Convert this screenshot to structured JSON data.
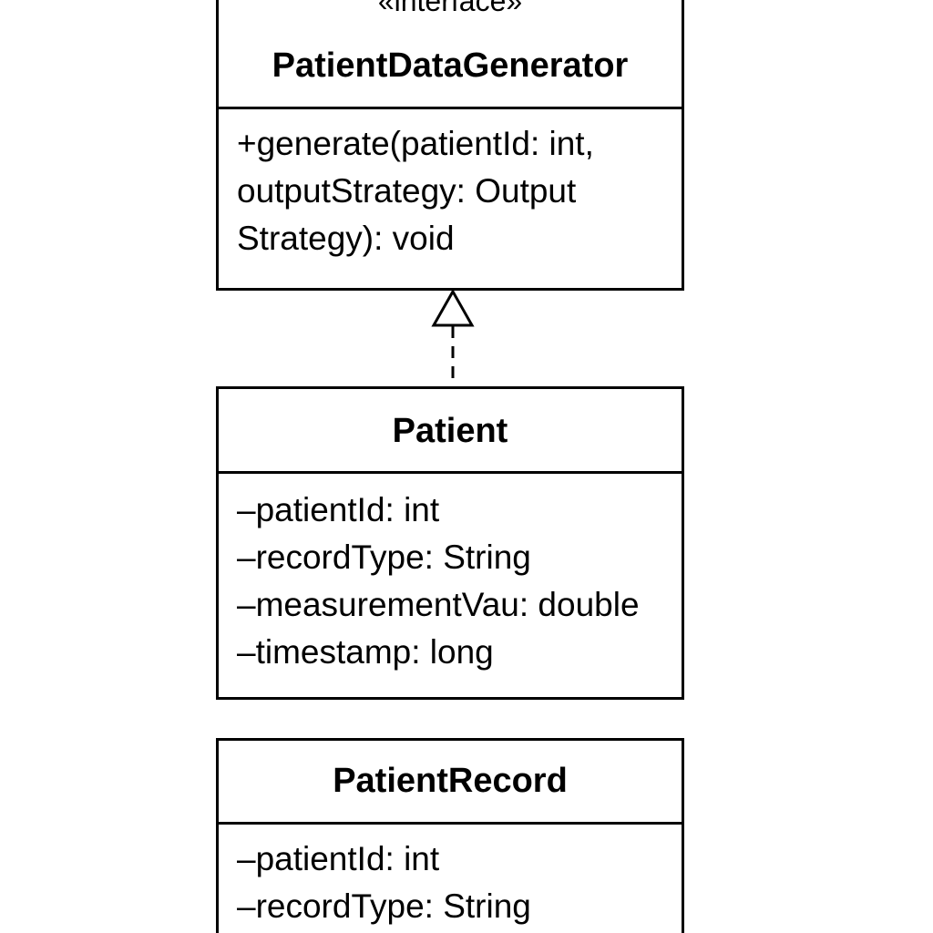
{
  "diagram": {
    "interface_class": {
      "stereotype": "«interface»",
      "name": "PatientDataGenerator",
      "members": [
        "+generate(patientId: int,",
        "outputStrategy: Output",
        "Strategy): void"
      ]
    },
    "patient_class": {
      "name": "Patient",
      "members": [
        "–patientId: int",
        "–recordType: String",
        "–measurementVau: double",
        "–timestamp: long"
      ]
    },
    "record_class": {
      "name": "PatientRecord",
      "members": [
        "–patientId: int",
        "–recordType: String"
      ]
    },
    "relationship": {
      "type": "realization",
      "line_style": "dashed",
      "arrowhead": "hollow-triangle",
      "color": "#000000"
    }
  }
}
